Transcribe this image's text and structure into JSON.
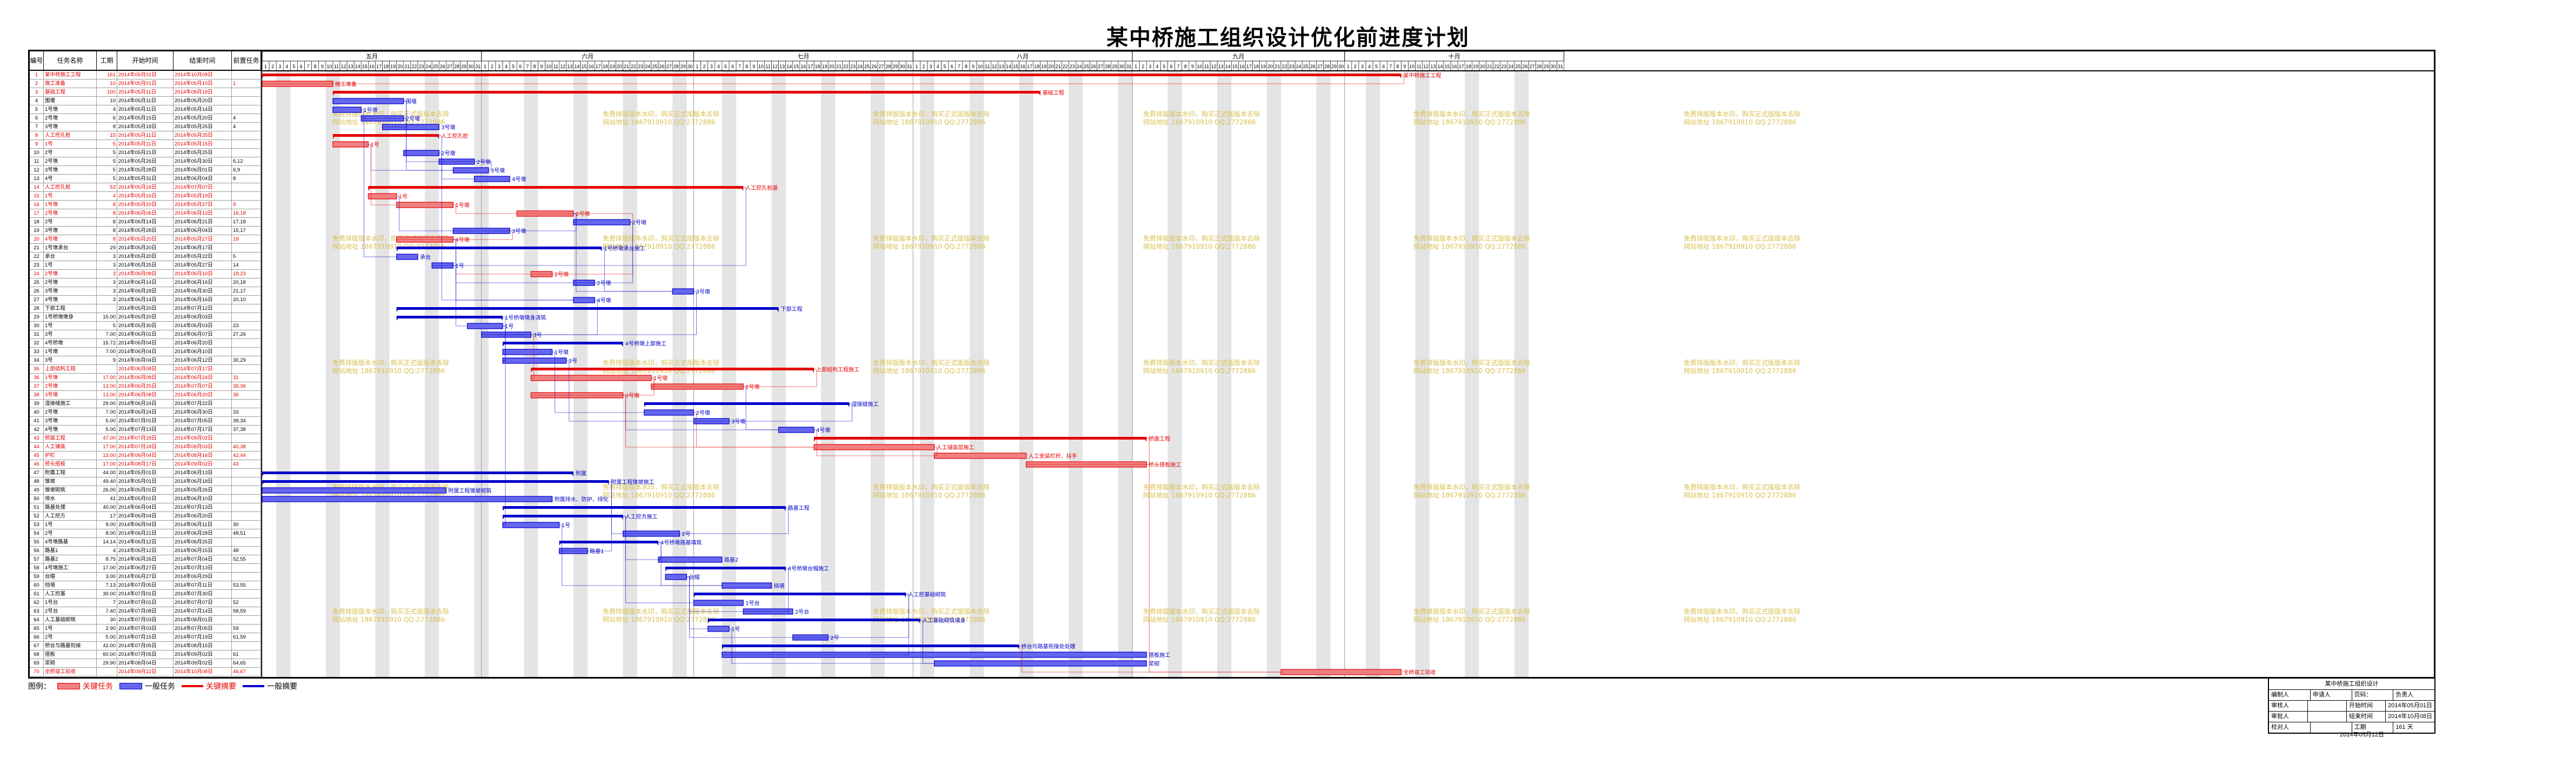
{
  "title": "某中桥施工组织设计优化前进度计划",
  "columns": {
    "id": "编号",
    "name": "任务名称",
    "duration": "工期",
    "start": "开始时间",
    "finish": "结束时间",
    "pred": "前置任务"
  },
  "months": [
    "五月",
    "六月",
    "七月",
    "八月",
    "九月",
    "十月"
  ],
  "colors": {
    "critical": "#e60000",
    "critical_fill": "#f08080",
    "normal": "#0000cc",
    "normal_fill": "#6666ee",
    "weekend": "#e4e4e4",
    "watermark": "#d8c050"
  },
  "watermark": {
    "line1": "免费排版版本水印，购买正式版版本去除",
    "line2": "网站地址 1867910910 QQ:2772886"
  },
  "tasks": [
    {
      "id": "1",
      "name": "某中桥施工工程",
      "dur": "161",
      "start": "2014年05月01日",
      "end": "2014年10月08日",
      "pred": "",
      "crit": true,
      "label": "某中桥施工工程"
    },
    {
      "id": "2",
      "name": "施工准备",
      "dur": "10",
      "start": "2014年05月01日",
      "end": "2014年05月10日",
      "pred": "1",
      "crit": true,
      "label": "施工准备"
    },
    {
      "id": "3",
      "name": "基础工程",
      "dur": "100",
      "start": "2014年05月11日",
      "end": "2014年08月18日",
      "pred": "",
      "crit": true,
      "label": "基础工程"
    },
    {
      "id": "4",
      "name": "围堰",
      "dur": "10",
      "start": "2014年05月11日",
      "end": "2014年05月20日",
      "pred": "",
      "crit": false,
      "label": "围堰"
    },
    {
      "id": "5",
      "name": "1号墩",
      "dur": "4",
      "start": "2014年05月11日",
      "end": "2014年05月14日",
      "pred": "",
      "crit": false,
      "label": "1号墩"
    },
    {
      "id": "6",
      "name": "2号墩",
      "dur": "6",
      "start": "2014年05月15日",
      "end": "2014年05月20日",
      "pred": "4",
      "crit": false,
      "label": "2号墩"
    },
    {
      "id": "7",
      "name": "3号墩",
      "dur": "8",
      "start": "2014年05月18日",
      "end": "2014年05月25日",
      "pred": "4",
      "crit": false,
      "label": "3号墩"
    },
    {
      "id": "8",
      "name": "人工挖孔桩",
      "dur": "15",
      "start": "2014年05月11日",
      "end": "2014年05月25日",
      "pred": "",
      "crit": true,
      "label": "人工挖孔桩"
    },
    {
      "id": "9",
      "name": "1号",
      "dur": "5",
      "start": "2014年05月11日",
      "end": "2014年05月15日",
      "pred": "",
      "crit": true,
      "label": "1号"
    },
    {
      "id": "10",
      "name": "2号",
      "dur": "5",
      "start": "2014年05月21日",
      "end": "2014年05月25日",
      "pred": "",
      "crit": false,
      "label": "2号墩"
    },
    {
      "id": "11",
      "name": "2号墩",
      "dur": "5",
      "start": "2014年05月26日",
      "end": "2014年05月30日",
      "pred": "6,12",
      "crit": false,
      "label": "2号墩"
    },
    {
      "id": "12",
      "name": "3号墩",
      "dur": "5",
      "start": "2014年05月28日",
      "end": "2014年06月01日",
      "pred": "6,9",
      "crit": false,
      "label": "3号墩"
    },
    {
      "id": "13",
      "name": "4号",
      "dur": "5",
      "start": "2014年05月31日",
      "end": "2014年06月04日",
      "pred": "8",
      "crit": false,
      "label": "4号墩"
    },
    {
      "id": "14",
      "name": "人工挖孔桩",
      "dur": "53",
      "start": "2014年05月16日",
      "end": "2014年07月07日",
      "pred": "",
      "crit": true,
      "label": "人工挖孔桩基"
    },
    {
      "id": "15",
      "name": "1号",
      "dur": "4",
      "start": "2014年05月16日",
      "end": "2014年05月19日",
      "pred": "",
      "crit": true,
      "label": "1号"
    },
    {
      "id": "16",
      "name": "1号墩",
      "dur": "8",
      "start": "2014年05月20日",
      "end": "2014年05月27日",
      "pred": "9",
      "crit": true,
      "label": "1号墩"
    },
    {
      "id": "17",
      "name": "2号墩",
      "dur": "8",
      "start": "2014年06月06日",
      "end": "2014年06月13日",
      "pred": "16,18",
      "crit": true,
      "label": "2号墩"
    },
    {
      "id": "18",
      "name": "2号",
      "dur": "8",
      "start": "2014年06月14日",
      "end": "2014年06月21日",
      "pred": "17,18",
      "crit": false,
      "label": "2号墩"
    },
    {
      "id": "19",
      "name": "3号墩",
      "dur": "8",
      "start": "2014年05月28日",
      "end": "2014年06月04日",
      "pred": "15,17",
      "crit": false,
      "label": "3号墩"
    },
    {
      "id": "20",
      "name": "4号墩",
      "dur": "8",
      "start": "2014年05月20日",
      "end": "2014年05月27日",
      "pred": "19",
      "crit": true,
      "label": "4号墩"
    },
    {
      "id": "21",
      "name": "1号墩承台",
      "dur": "29",
      "start": "2014年05月20日",
      "end": "2014年06月17日",
      "pred": "",
      "crit": false,
      "label": "1号桥墩承台施工"
    },
    {
      "id": "22",
      "name": "承台",
      "dur": "3",
      "start": "2014年05月20日",
      "end": "2014年05月22日",
      "pred": "5",
      "crit": false,
      "label": "承台"
    },
    {
      "id": "23",
      "name": "1号",
      "dur": "3",
      "start": "2014年05月25日",
      "end": "2014年05月27日",
      "pred": "14",
      "crit": false,
      "label": "1号"
    },
    {
      "id": "24",
      "name": "2号墩",
      "dur": "3",
      "start": "2014年06月08日",
      "end": "2014年06月10日",
      "pred": "18,23",
      "crit": true,
      "label": "2号墩"
    },
    {
      "id": "25",
      "name": "2号墩",
      "dur": "3",
      "start": "2014年06月14日",
      "end": "2014年06月16日",
      "pred": "20,18",
      "crit": false,
      "label": "2号墩"
    },
    {
      "id": "26",
      "name": "3号墩",
      "dur": "3",
      "start": "2014年06月28日",
      "end": "2014年06月30日",
      "pred": "21,17",
      "crit": false,
      "label": "3号墩"
    },
    {
      "id": "27",
      "name": "4号墩",
      "dur": "3",
      "start": "2014年06月14日",
      "end": "2014年06月16日",
      "pred": "20,10",
      "crit": false,
      "label": "4号墩"
    },
    {
      "id": "28",
      "name": "下部工程",
      "dur": "",
      "start": "2014年05月20日",
      "end": "2014年07月12日",
      "pred": "",
      "crit": false,
      "label": "下部工程"
    },
    {
      "id": "29",
      "name": "1号桥墩墩身",
      "dur": "15.00",
      "start": "2014年05月20日",
      "end": "2014年06月03日",
      "pred": "",
      "crit": false,
      "label": "1号桥墩墩身浇筑"
    },
    {
      "id": "30",
      "name": "1号",
      "dur": "5",
      "start": "2014年05月30日",
      "end": "2014年06月03日",
      "pred": "23",
      "crit": false,
      "label": "1号"
    },
    {
      "id": "31",
      "name": "3号",
      "dur": "7.00",
      "start": "2014年06月01日",
      "end": "2014年06月07日",
      "pred": "27,26",
      "crit": false,
      "label": "3号"
    },
    {
      "id": "32",
      "name": "4号桥墩",
      "dur": "15.72",
      "start": "2014年06月04日",
      "end": "2014年06月20日",
      "pred": "",
      "crit": false,
      "label": "4号桥墩上部施工"
    },
    {
      "id": "33",
      "name": "1号墩",
      "dur": "7.00",
      "start": "2014年06月04日",
      "end": "2014年06月10日",
      "pred": "",
      "crit": false,
      "label": "1号墩"
    },
    {
      "id": "34",
      "name": "3号",
      "dur": "9",
      "start": "2014年06月04日",
      "end": "2014年06月12日",
      "pred": "30,29",
      "crit": false,
      "label": "3号"
    },
    {
      "id": "35",
      "name": "上部结构工程",
      "dur": "",
      "start": "2014年06月08日",
      "end": "2014年07月17日",
      "pred": "",
      "crit": true,
      "label": "上部结构工程施工"
    },
    {
      "id": "36",
      "name": "1号墩",
      "dur": "17.00",
      "start": "2014年06月08日",
      "end": "2014年06月24日",
      "pred": "31",
      "crit": true,
      "label": "1号墩"
    },
    {
      "id": "37",
      "name": "2号墩",
      "dur": "13.00",
      "start": "2014年06月25日",
      "end": "2014年07月07日",
      "pred": "35,36",
      "crit": true,
      "label": "2号墩"
    },
    {
      "id": "38",
      "name": "3号墩",
      "dur": "13.00",
      "start": "2014年06月08日",
      "end": "2014年06月20日",
      "pred": "36",
      "crit": true,
      "label": "3号墩"
    },
    {
      "id": "39",
      "name": "湿接缝施工",
      "dur": "29.00",
      "start": "2014年06月24日",
      "end": "2014年07月22日",
      "pred": "",
      "crit": false,
      "label": "湿接缝施工"
    },
    {
      "id": "40",
      "name": "2号墩",
      "dur": "7.00",
      "start": "2014年06月24日",
      "end": "2014年06月30日",
      "pred": "33",
      "crit": false,
      "label": "2号墩"
    },
    {
      "id": "41",
      "name": "3号墩",
      "dur": "5.00",
      "start": "2014年07月01日",
      "end": "2014年07月05日",
      "pred": "39,34",
      "crit": false,
      "label": "3号墩"
    },
    {
      "id": "42",
      "name": "4号墩",
      "dur": "5.00",
      "start": "2014年07月13日",
      "end": "2014年07月17日",
      "pred": "37,38",
      "crit": false,
      "label": "4号墩"
    },
    {
      "id": "43",
      "name": "桥面工程",
      "dur": "47.00",
      "start": "2014年07月18日",
      "end": "2014年09月02日",
      "pred": "",
      "crit": true,
      "label": "桥面工程"
    },
    {
      "id": "44",
      "name": "人工铺装",
      "dur": "17.00",
      "start": "2014年07月18日",
      "end": "2014年08月03日",
      "pred": "40,38",
      "crit": true,
      "label": "人工铺装层施工"
    },
    {
      "id": "45",
      "name": "护栏",
      "dur": "13.00",
      "start": "2014年08月04日",
      "end": "2014年08月16日",
      "pred": "42,44",
      "crit": true,
      "label": "人工安装栏杆、扶手"
    },
    {
      "id": "46",
      "name": "桥头搭板",
      "dur": "17.00",
      "start": "2014年08月17日",
      "end": "2014年09月02日",
      "pred": "43",
      "crit": true,
      "label": "桥头搭板施工"
    },
    {
      "id": "47",
      "name": "附属工程",
      "dur": "44.00",
      "start": "2014年05月01日",
      "end": "2014年06月13日",
      "pred": "",
      "crit": false,
      "label": "附属"
    },
    {
      "id": "48",
      "name": "锥坡",
      "dur": "49.40",
      "start": "2014年05月01日",
      "end": "2014年06月18日",
      "pred": "",
      "crit": false,
      "label": "附属工程锥坡施工"
    },
    {
      "id": "49",
      "name": "锥坡砌筑",
      "dur": "26.00",
      "start": "2014年05月01日",
      "end": "2014年05月26日",
      "pred": "",
      "crit": false,
      "label": "附属工程锥坡砌筑"
    },
    {
      "id": "50",
      "name": "排水",
      "dur": "41",
      "start": "2014年05月01日",
      "end": "2014年06月10日",
      "pred": "",
      "crit": false,
      "label": "附属排水、防护、绿化"
    },
    {
      "id": "51",
      "name": "路基处理",
      "dur": "40.00",
      "start": "2014年06月04日",
      "end": "2014年07月13日",
      "pred": "",
      "crit": false,
      "label": "路基工程"
    },
    {
      "id": "52",
      "name": "人工挖方",
      "dur": "17",
      "start": "2014年06月04日",
      "end": "2014年06月20日",
      "pred": "",
      "crit": false,
      "label": "人工挖方施工"
    },
    {
      "id": "53",
      "name": "1号",
      "dur": "8.00",
      "start": "2014年06月04日",
      "end": "2014年06月11日",
      "pred": "30",
      "crit": false,
      "label": "1号"
    },
    {
      "id": "54",
      "name": "2号",
      "dur": "8.00",
      "start": "2014年06月21日",
      "end": "2014年06月28日",
      "pred": "48,51",
      "crit": false,
      "label": "2号"
    },
    {
      "id": "55",
      "name": "4号墩路基",
      "dur": "14.14",
      "start": "2014年06月12日",
      "end": "2014年06月25日",
      "pred": "",
      "crit": false,
      "label": "4号桥墩路基填筑"
    },
    {
      "id": "56",
      "name": "路基1",
      "dur": "4",
      "start": "2014年06月12日",
      "end": "2014年06月15日",
      "pred": "48",
      "crit": false,
      "label": "路基1"
    },
    {
      "id": "57",
      "name": "路基2",
      "dur": "8.75",
      "start": "2014年06月26日",
      "end": "2014年07月04日",
      "pred": "52,55",
      "crit": false,
      "label": "路基2"
    },
    {
      "id": "58",
      "name": "4号墩施工",
      "dur": "17.00",
      "start": "2014年06月27日",
      "end": "2014年07月13日",
      "pred": "",
      "crit": false,
      "label": "4号桥墩台帽施工"
    },
    {
      "id": "59",
      "name": "台帽",
      "dur": "3.00",
      "start": "2014年06月27日",
      "end": "2014年06月29日",
      "pred": "",
      "crit": false,
      "label": "台帽"
    },
    {
      "id": "60",
      "name": "挡墙",
      "dur": "7.13",
      "start": "2014年07月05日",
      "end": "2014年07月11日",
      "pred": "53,55",
      "crit": false,
      "label": "挡墙"
    },
    {
      "id": "61",
      "name": "人工挖基",
      "dur": "30.00",
      "start": "2014年07月01日",
      "end": "2014年07月30日",
      "pred": "",
      "crit": false,
      "label": "人工挖基础砌筑"
    },
    {
      "id": "62",
      "name": "1号台",
      "dur": "7",
      "start": "2014年07月01日",
      "end": "2014年07月07日",
      "pred": "52",
      "crit": false,
      "label": "1号台"
    },
    {
      "id": "63",
      "name": "2号台",
      "dur": "7.40",
      "start": "2014年07月08日",
      "end": "2014年07月14日",
      "pred": "58,59",
      "crit": false,
      "label": "2号台"
    },
    {
      "id": "64",
      "name": "人工基础砌筑",
      "dur": "30",
      "start": "2014年07月03日",
      "end": "2014年08月01日",
      "pred": "",
      "crit": false,
      "label": "人工基础砌筑墙身"
    },
    {
      "id": "65",
      "name": "1号",
      "dur": "2.90",
      "start": "2014年07月03日",
      "end": "2014年07月05日",
      "pred": "59",
      "crit": false,
      "label": "1号"
    },
    {
      "id": "66",
      "name": "2号",
      "dur": "5.00",
      "start": "2014年07月15日",
      "end": "2014年07月19日",
      "pred": "61,59",
      "crit": false,
      "label": "2号"
    },
    {
      "id": "67",
      "name": "桥台与路基衔接",
      "dur": "42.00",
      "start": "2014年07月05日",
      "end": "2014年08月15日",
      "pred": "",
      "crit": false,
      "label": "桥台与路基衔接处处理"
    },
    {
      "id": "68",
      "name": "搭板",
      "dur": "60.00",
      "start": "2014年07月05日",
      "end": "2014年09月02日",
      "pred": "61",
      "crit": false,
      "label": "搭板施工"
    },
    {
      "id": "69",
      "name": "浆砌",
      "dur": "29.90",
      "start": "2014年08月04日",
      "end": "2014年09月02日",
      "pred": "64,65",
      "crit": false,
      "label": "浆砌"
    },
    {
      "id": "70",
      "name": "全桥竣工验收",
      "dur": "",
      "start": "2014年09月22日",
      "end": "2014年10月08日",
      "pred": "46,67",
      "crit": true,
      "label": "全桥竣工验收"
    }
  ],
  "legend": {
    "label": "图例：",
    "items": [
      {
        "text": "关键任务",
        "kind": "critical"
      },
      {
        "text": "一般任务",
        "kind": "normal"
      },
      {
        "text": "关键摘要",
        "kind": "critical-summary"
      },
      {
        "text": "一般摘要",
        "kind": "normal-summary"
      }
    ]
  },
  "info": {
    "project": "某中桥施工组织设计",
    "rows": [
      [
        "编制人",
        "申请人",
        "页码：",
        "负责人"
      ],
      [
        "审核人",
        "",
        "开始时间",
        "2014年05月01日"
      ],
      [
        "审批人",
        "",
        "结束时间",
        "2014年10月08日"
      ],
      [
        "校对人",
        "",
        "工期",
        "161 天"
      ]
    ],
    "date": "2014年05月12日"
  }
}
